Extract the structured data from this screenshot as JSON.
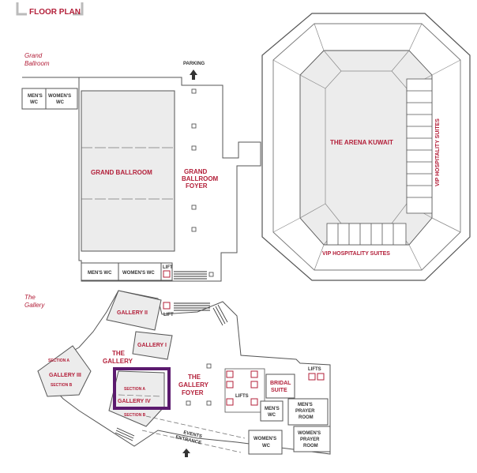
{
  "title": "FLOOR PLAN",
  "colors": {
    "accent": "#b3203a",
    "highlight": "#5b1a6e",
    "room_fill": "#ececec"
  },
  "ballroom": {
    "section_title_line1": "Grand",
    "section_title_line2": "Ballroom",
    "parking": "PARKING",
    "mens_wc": [
      "MEN'S",
      "WC"
    ],
    "womens_wc": [
      "WOMEN'S",
      "WC"
    ],
    "grand_ballroom": "GRAND BALLROOM",
    "foyer": [
      "GRAND",
      "BALLROOM",
      "FOYER"
    ],
    "mens_wc_bottom": "MEN'S WC",
    "womens_wc_bottom": "WOMEN'S WC",
    "lift": "LIFT"
  },
  "arena": {
    "name": "THE ARENA KUWAIT",
    "vip_right": "VIP HOSPITALITY SUITES",
    "vip_bottom": "VIP HOSPITALITY SUITES"
  },
  "gallery": {
    "section_title_line1": "The",
    "section_title_line2": "Gallery",
    "lift": "LIFT",
    "gallery_ii": "GALLERY II",
    "gallery_i": "GALLERY I",
    "the_gallery": [
      "THE",
      "GALLERY"
    ],
    "section_a_left": "SECTION A",
    "gallery_iii": "GALLERY III",
    "section_b_left": "SECTION B",
    "section_a_right": "SECTION A",
    "gallery_iv": "GALLERY IV",
    "section_b_right": "SECTION B",
    "gallery_foyer": [
      "THE",
      "GALLERY",
      "FOYER"
    ],
    "lifts_left": "LIFTS",
    "lifts_right": "LIFTS",
    "bridal_suite": [
      "BRIDAL",
      "SUITE"
    ],
    "mens_wc": [
      "MEN'S",
      "WC"
    ],
    "mens_prayer": [
      "MEN'S",
      "PRAYER",
      "ROOM"
    ],
    "womens_wc": [
      "WOMEN'S",
      "WC"
    ],
    "womens_prayer": [
      "WOMEN'S",
      "PRAYER",
      "ROOM"
    ],
    "events_entrance": [
      "EVENTS",
      "ENTRANCE"
    ]
  }
}
